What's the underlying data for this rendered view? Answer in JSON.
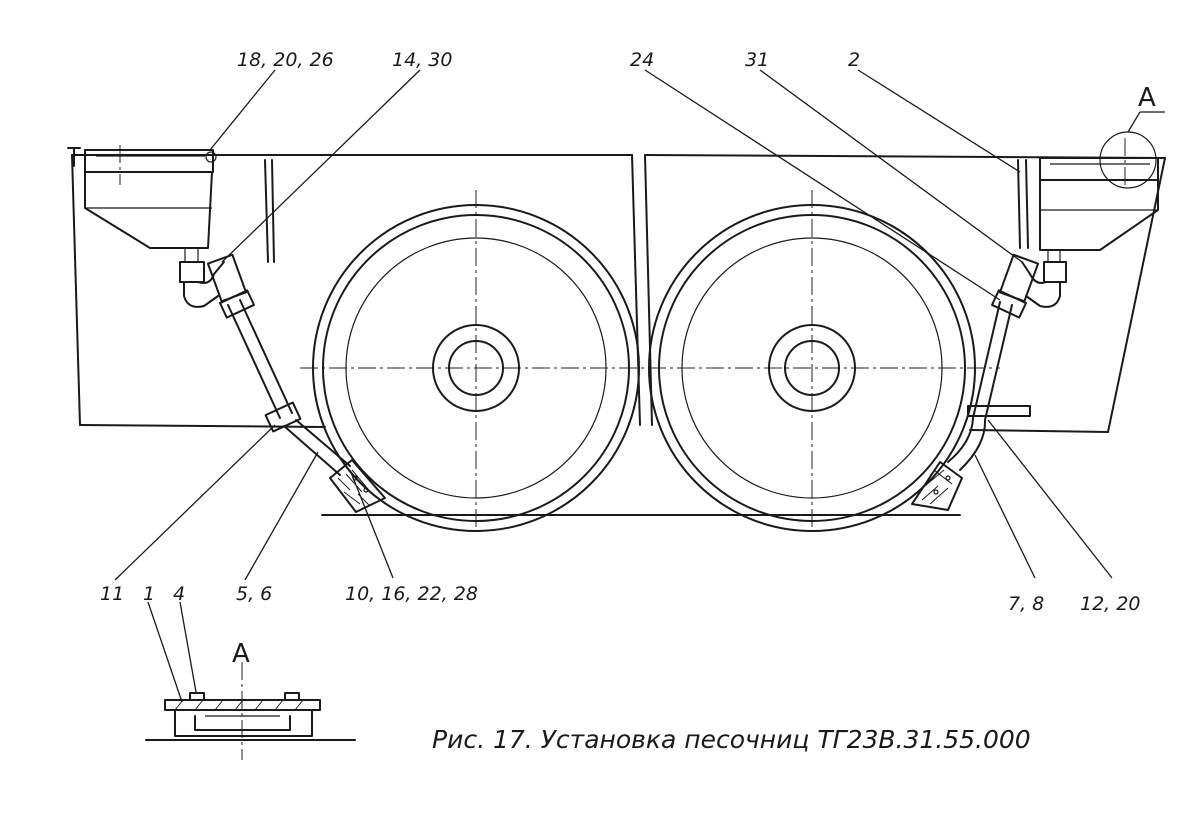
{
  "labels": {
    "l_18_20_26": "18, 20, 26",
    "l_14_30": "14, 30",
    "l_24": "24",
    "l_31": "31",
    "l_2": "2",
    "l_A_top": "A",
    "l_11": "11",
    "l_5_6": "5, 6",
    "l_10_16_22_28": "10, 16, 22, 28",
    "l_7_8": "7, 8",
    "l_12_20": "12, 20",
    "l_1": "1",
    "l_4": "4",
    "l_A_detail": "A"
  },
  "caption": "Рис. 17. Установка  песочниц  ТГ23В.31.55.000"
}
